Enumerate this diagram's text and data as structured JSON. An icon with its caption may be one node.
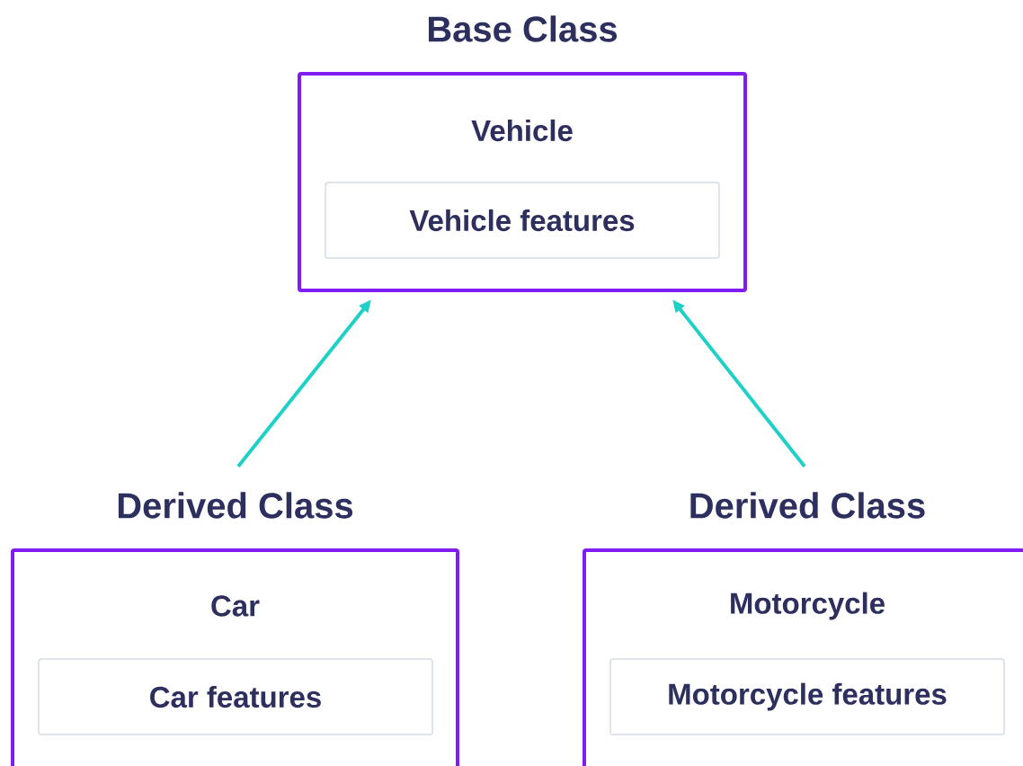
{
  "diagram": {
    "nodes": [
      {
        "text": [
          "Base Class",
          "Vehicle"
        ]
      },
      {
        "text": [
          "Vehicle features"
        ],
        "in": 0
      },
      {
        "text": [
          "Derived Class",
          "Car"
        ]
      },
      {
        "text": [
          "Car features"
        ],
        "in": 2
      },
      {
        "text": [
          "Derived Class",
          "Motorcycle"
        ]
      },
      {
        "text": [
          "Motorcycle features"
        ],
        "in": 4
      }
    ],
    "edges": [
      {
        "from": 2,
        "to": 0,
        "arrow": "to"
      },
      {
        "from": 4,
        "to": 0,
        "arrow": "to"
      }
    ]
  }
}
